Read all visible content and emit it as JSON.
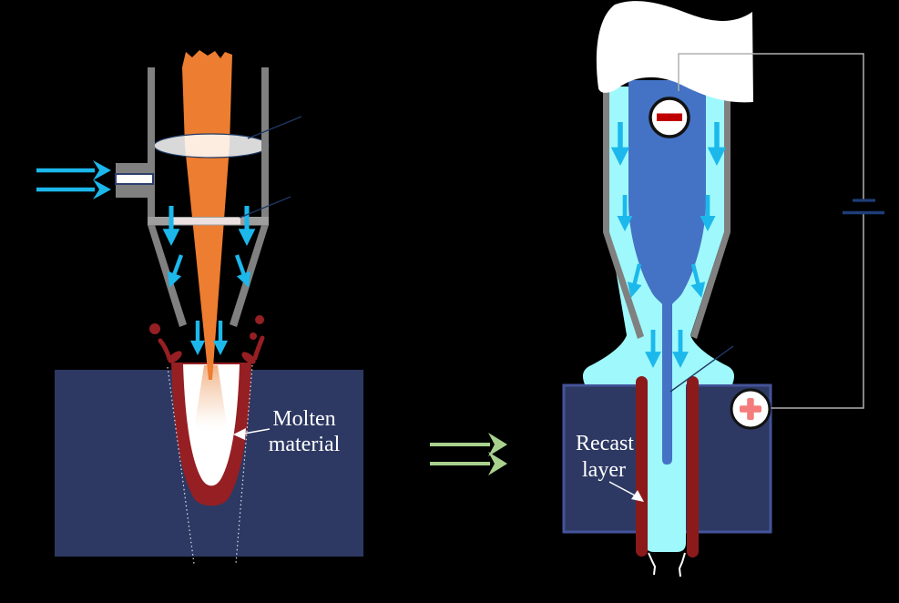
{
  "figure": {
    "type": "laser-drilling-to-electrochemical-finishing process diagram",
    "background_color": "#000000",
    "left_panel": {
      "name": "laser-drilling-schematic",
      "label_molten": {
        "line1": "Molten",
        "line2": "material"
      },
      "colors": {
        "laser_beam": "#ed7d31",
        "nozzle_wall": "#808080",
        "gas_arrows": "#1cb8ec",
        "workpiece": "#2d3963",
        "molten_layer": "#951f23",
        "lens_outline": "#1f3864"
      },
      "icons": [
        "lens-ellipse",
        "window-bar",
        "gas-inlet",
        "down-arrows",
        "spatter-droplets",
        "dotted-taper-lines"
      ]
    },
    "transition": {
      "symbol": "double-right-arrow",
      "arrow_color": "#a9d18e"
    },
    "right_panel": {
      "name": "electrochemical-finishing-schematic",
      "label_recast": {
        "line1": "Recast",
        "line2": "layer"
      },
      "cathode_symbol": "−",
      "anode_symbol": "+",
      "colors": {
        "electrolyte": "#9ff8fc",
        "tool_electrode": "#4472c4",
        "recast_layer": "#8c1a1a",
        "workpiece": "#2d3963",
        "workpiece_border": "#44549b",
        "wire": "#b0b0b0",
        "battery": "#1f3c78",
        "cathode_minus": "#c00000",
        "anode_plus": "#f47c7c"
      },
      "icons": [
        "minus-icon",
        "plus-icon",
        "battery-icon",
        "white-break-shape",
        "flow-arrows"
      ]
    }
  }
}
